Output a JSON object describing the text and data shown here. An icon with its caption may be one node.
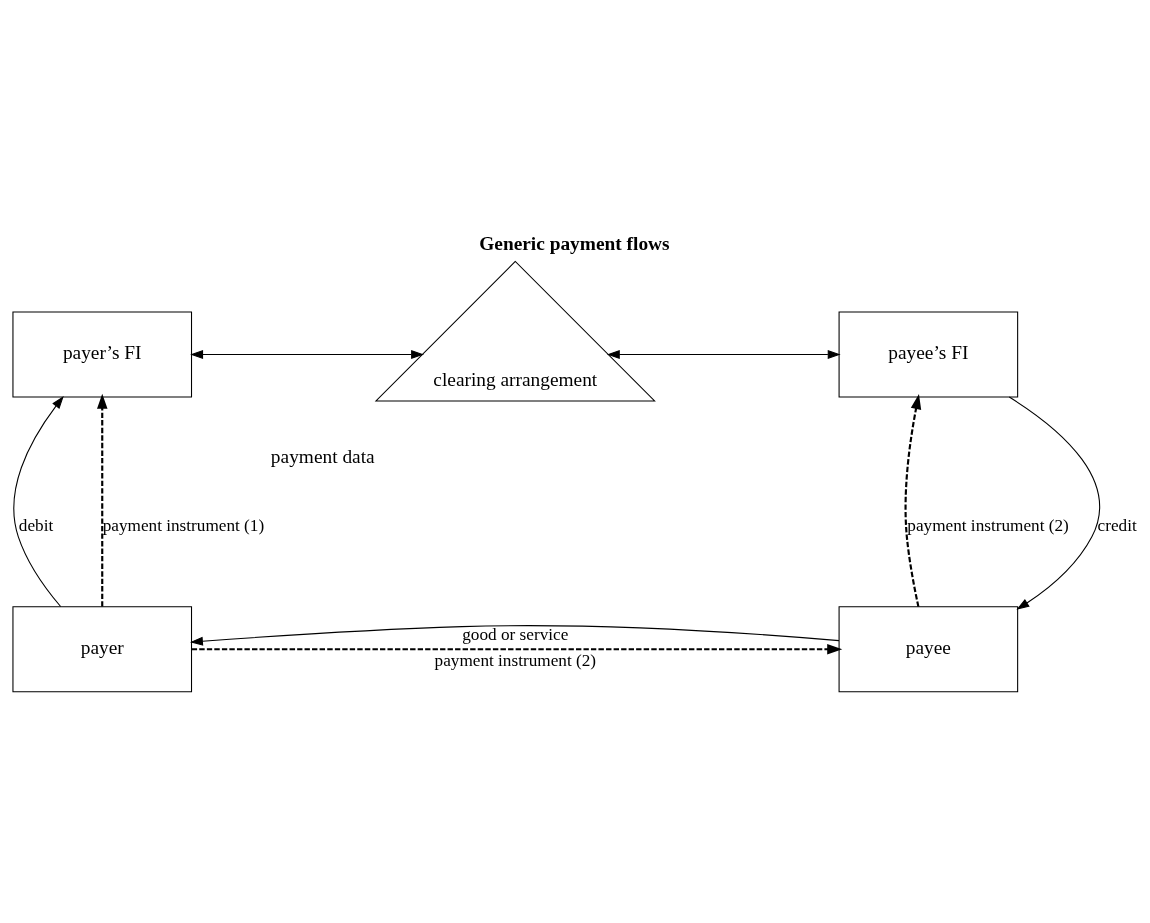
{
  "diagram": {
    "title": "Generic payment flows",
    "nodes": [
      {
        "text": [
          "payer’s FI"
        ]
      },
      {
        "text": [
          "clearing arrangement"
        ],
        "beside": [
          "payment data"
        ]
      },
      {
        "text": [
          "payee’s FI"
        ]
      },
      {
        "text": [
          "payer"
        ]
      },
      {
        "text": [
          "payee"
        ]
      }
    ],
    "edges": [
      {
        "from": 0,
        "to": 1,
        "arrow": "both"
      },
      {
        "from": 1,
        "to": 2,
        "arrow": "both"
      },
      {
        "from": 3,
        "to": 0,
        "arrow": "to",
        "label": "debit"
      },
      {
        "from": 3,
        "to": 0,
        "arrow": "to",
        "label": "payment instrument (1)",
        "style": "dashed"
      },
      {
        "from": 2,
        "to": 4,
        "arrow": "to",
        "label": "credit"
      },
      {
        "from": 4,
        "to": 2,
        "arrow": "to",
        "label": "payment instrument (2)",
        "style": "dashed"
      },
      {
        "from": 3,
        "to": 4,
        "arrow": "to",
        "label": "payment instrument (2)",
        "style": "dashed"
      },
      {
        "from": 4,
        "to": 3,
        "arrow": "to",
        "label": "good or service"
      }
    ]
  }
}
